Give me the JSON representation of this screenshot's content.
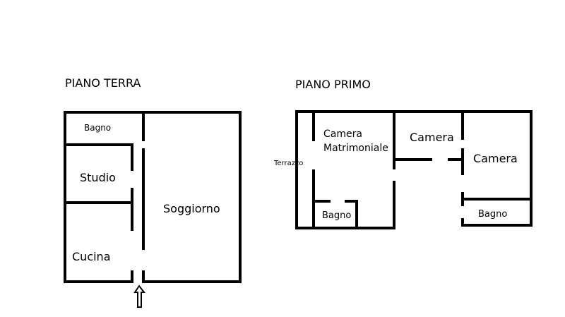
{
  "floors": {
    "ground": {
      "title": "PIANO TERRA",
      "rooms": {
        "bagno": "Bagno",
        "studio": "Studio",
        "cucina": "Cucina",
        "soggiorno": "Soggiorno"
      }
    },
    "first": {
      "title": "PIANO PRIMO",
      "rooms": {
        "camera_matrimoniale_line1": "Camera",
        "camera_matrimoniale_line2": "Matrimoniale",
        "camera_mid": "Camera",
        "camera_right": "Camera",
        "bagno_left": "Bagno",
        "bagno_right": "Bagno",
        "terrazzo": "Terrazzo"
      }
    }
  },
  "icons": {
    "entrance": "entrance-arrow-icon"
  }
}
